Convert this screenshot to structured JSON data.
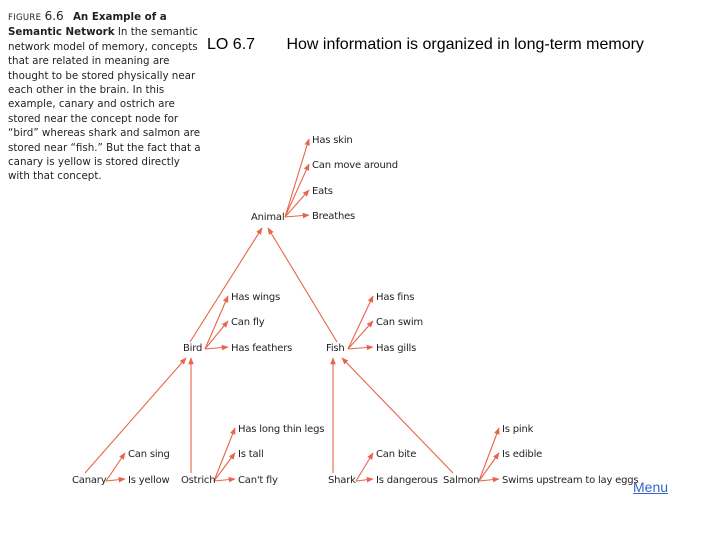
{
  "slide": {
    "lo_code": "LO 6.7",
    "title": "How information is organized in long-term memory",
    "menu_label": "Menu"
  },
  "caption": {
    "figure_label": "FIGURE",
    "figure_number": "6.6",
    "title_bold": "An Example of a Semantic Network",
    "body": "In the semantic network model of memory, concepts that are related in meaning are thought to be stored physically near each other in the brain. In this example, canary and ostrich are stored near the concept node for “bird” whereas shark and salmon are stored near “fish.” But the fact that a canary is yellow is stored directly with that concept."
  },
  "network": {
    "concepts": {
      "animal": "Animal",
      "bird": "Bird",
      "fish": "Fish",
      "canary": "Canary",
      "ostrich": "Ostrich",
      "shark": "Shark",
      "salmon": "Salmon"
    },
    "properties": {
      "animal": [
        "Has skin",
        "Can move around",
        "Eats",
        "Breathes"
      ],
      "bird": [
        "Has wings",
        "Can fly",
        "Has feathers"
      ],
      "fish": [
        "Has fins",
        "Can swim",
        "Has gills"
      ],
      "canary": [
        "Can sing",
        "Is yellow"
      ],
      "ostrich": [
        "Has long thin legs",
        "Is tall",
        "Can't fly"
      ],
      "shark": [
        "Can bite",
        "Is dangerous"
      ],
      "salmon": [
        "Is pink",
        "Is edible",
        "Swims upstream to lay eggs"
      ]
    },
    "colors": {
      "arrow": "#e8644a",
      "text": "#231f20",
      "link": "#3366cc"
    }
  }
}
